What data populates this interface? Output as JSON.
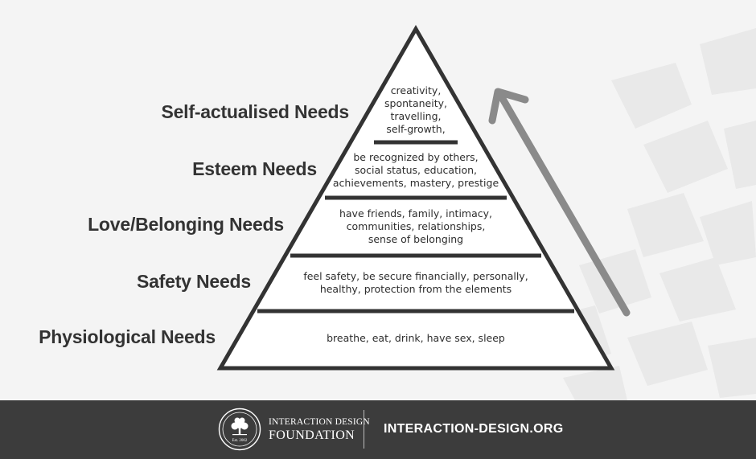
{
  "colors": {
    "background": "#f4f4f4",
    "outline": "#333333",
    "pyramid_fill": "#ffffff",
    "arrow": "#8a8a8a",
    "footer": "#3c3c3c",
    "footer_text": "#ffffff",
    "decor": "#e8e8e8"
  },
  "levels": [
    {
      "id": "self-actualised",
      "label": "Self-actualised Needs",
      "lines": [
        "creativity,",
        "spontaneity,",
        "travelling,",
        "self-growth,"
      ]
    },
    {
      "id": "esteem",
      "label": "Esteem Needs",
      "lines": [
        "be recognized by others,",
        "social status, education,",
        "achievements, mastery, prestige"
      ]
    },
    {
      "id": "love-belonging",
      "label": "Love/Belonging Needs",
      "lines": [
        "have friends, family, intimacy,",
        "communities, relationships,",
        "sense of belonging"
      ]
    },
    {
      "id": "safety",
      "label": "Safety Needs",
      "lines": [
        "feel safety, be secure financially, personally,",
        "healthy, protection from the elements"
      ]
    },
    {
      "id": "physiological",
      "label": "Physiological Needs",
      "lines": [
        "breathe, eat, drink, have sex, sleep"
      ]
    }
  ],
  "arrow": {
    "icon": "arrow-up-right-icon",
    "direction": "up"
  },
  "footer": {
    "seal_icon": "tree-seal-icon",
    "seal_text": "Est. 2002",
    "brand_line1": "INTERACTION DESIGN",
    "brand_line2": "FOUNDATION",
    "url": "INTERACTION-DESIGN.ORG"
  }
}
